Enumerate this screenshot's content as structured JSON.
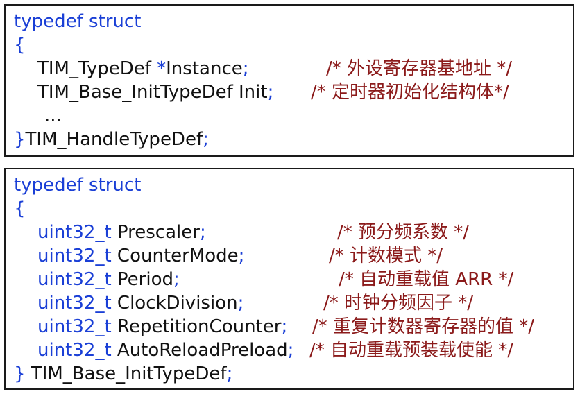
{
  "colors": {
    "keyword": "#1a3fd6",
    "comment": "#8b1a1a",
    "text": "#111111"
  },
  "handle_struct": {
    "kw_typedef": "typedef struct",
    "open_brace": "{",
    "instance": {
      "type": "TIM_TypeDef ",
      "star": "*",
      "name": "Instance",
      "semi": ";",
      "comment": "/* 外设寄存器基地址 */"
    },
    "init": {
      "type": "TIM_Base_InitTypeDef Init",
      "semi": ";",
      "comment": "/* 定时器初始化结构体*/"
    },
    "ellipsis": "...",
    "close_brace": "}",
    "name": "TIM_HandleTypeDef",
    "semi": ";"
  },
  "init_struct": {
    "kw_typedef": "typedef struct",
    "open_brace": "{",
    "fields": [
      {
        "type": "uint32_t",
        "name": " Prescaler",
        "semi": ";",
        "comment": "/* 预分频系数 */"
      },
      {
        "type": "uint32_t",
        "name": " CounterMode",
        "semi": ";",
        "comment": "/* 计数模式 */"
      },
      {
        "type": "uint32_t",
        "name": " Period",
        "semi": ";",
        "comment": "/* 自动重载值 ARR */"
      },
      {
        "type": "uint32_t",
        "name": " ClockDivision",
        "semi": ";",
        "comment": "/* 时钟分频因子 */"
      },
      {
        "type": "uint32_t",
        "name": " RepetitionCounter",
        "semi": ";",
        "comment": "/* 重复计数器寄存器的值 */"
      },
      {
        "type": "uint32_t",
        "name": " AutoReloadPreload",
        "semi": ";",
        "comment": "/* 自动重载预装载使能 */"
      }
    ],
    "close_brace": "}",
    "name": " TIM_Base_InitTypeDef",
    "semi": ";"
  }
}
